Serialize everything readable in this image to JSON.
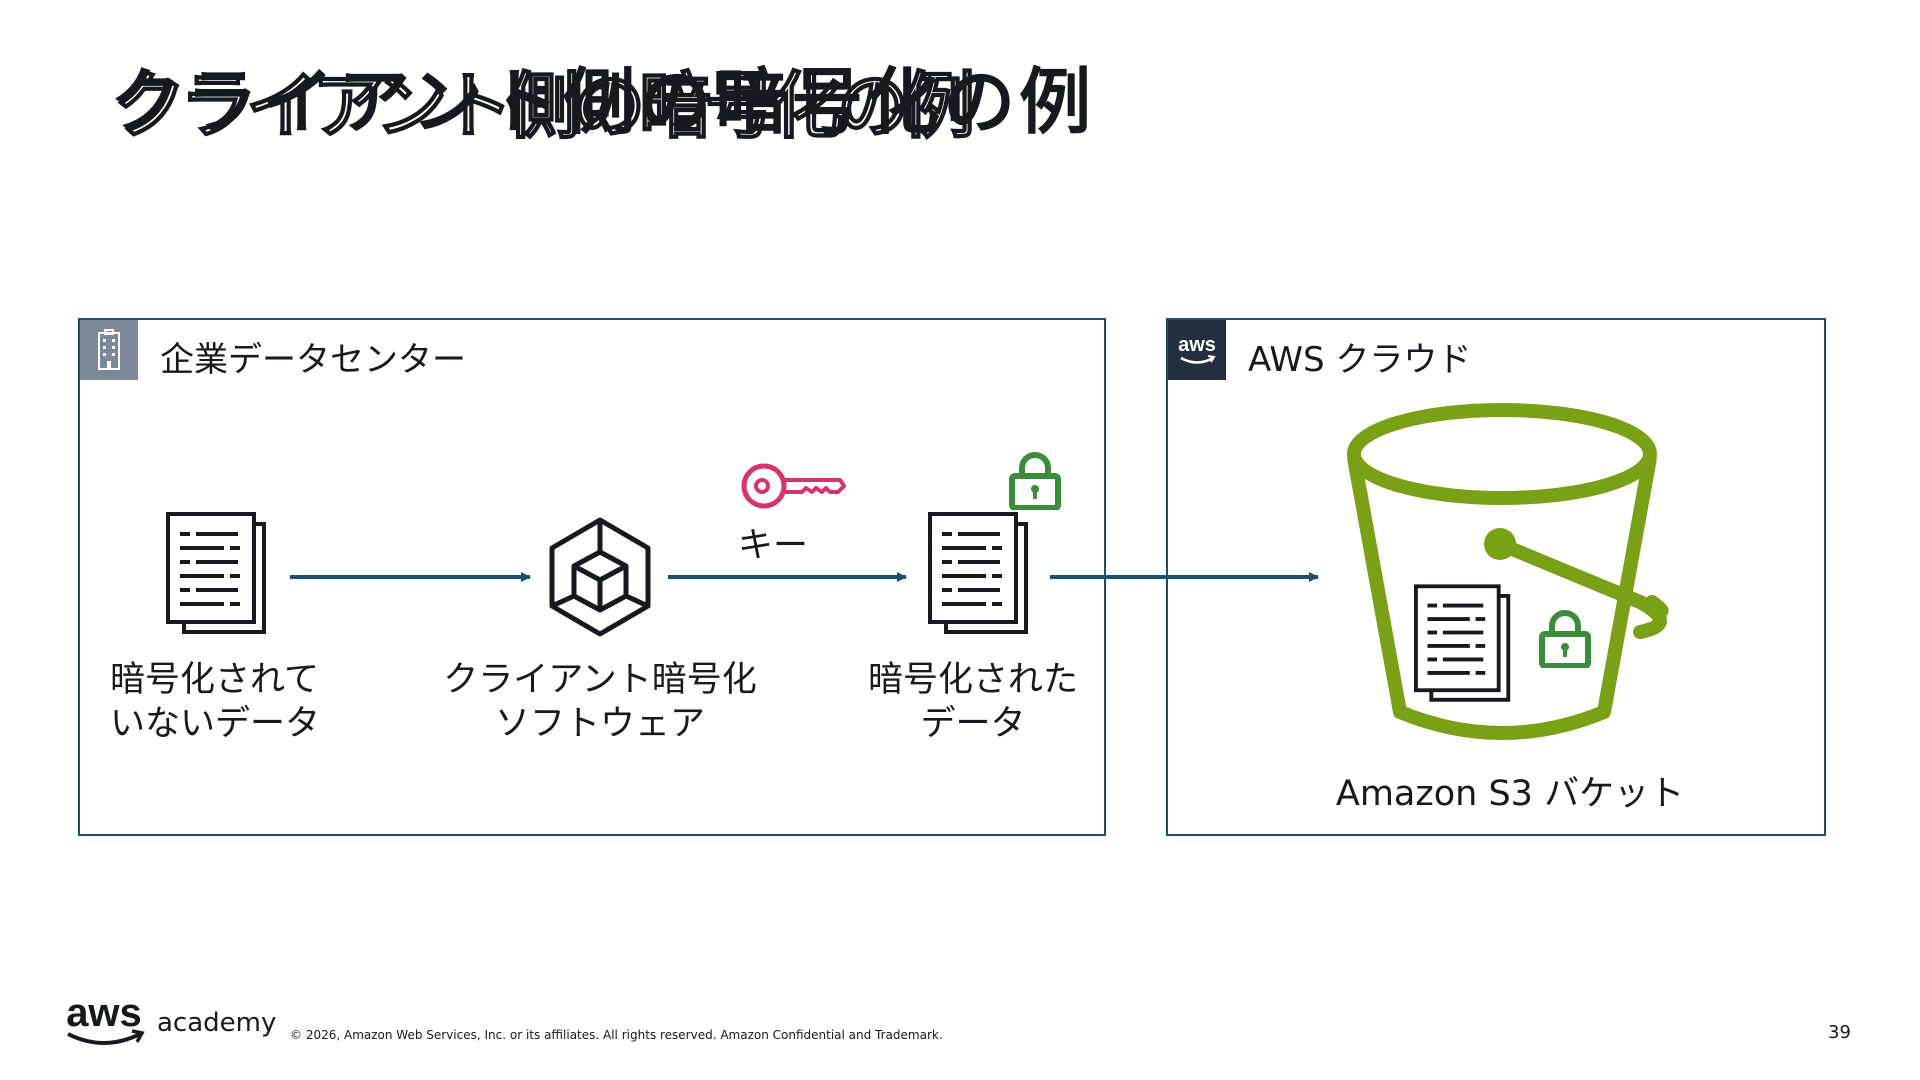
{
  "slide": {
    "title": "クライアント側の暗号化の例",
    "page_number": "39",
    "copyright": "© 2026, Amazon Web Services, Inc. or its affiliates. All rights reserved. Amazon Confidential and Trademark."
  },
  "branding": {
    "logo_word": "aws",
    "logo_suffix": "academy"
  },
  "groups": {
    "datacenter": {
      "label": "企業データセンター",
      "icon": "corporate-building-icon"
    },
    "cloud": {
      "label": "AWS クラウド",
      "icon": "aws-logo-icon"
    }
  },
  "nodes": {
    "unencrypted": {
      "line1": "暗号化されて",
      "line2": "いないデータ",
      "icon": "document-icon"
    },
    "software": {
      "line1": "クライアント暗号化",
      "line2": "ソフトウェア",
      "icon": "software-cube-icon"
    },
    "encrypted": {
      "line1": "暗号化された",
      "line2": "データ",
      "icon": "document-icon"
    },
    "bucket": {
      "label": "Amazon S3 バケット",
      "icon": "s3-bucket-icon"
    }
  },
  "key": {
    "label": "キー",
    "icon": "key-icon"
  },
  "colors": {
    "border": "#1d4f6e",
    "arrow": "#1d4f6e",
    "key": "#d6336c",
    "lock": "#3b8c3b",
    "bucket": "#7aa116",
    "dc_icon_bg": "#7d8998",
    "aws_icon_bg": "#232f3e"
  }
}
